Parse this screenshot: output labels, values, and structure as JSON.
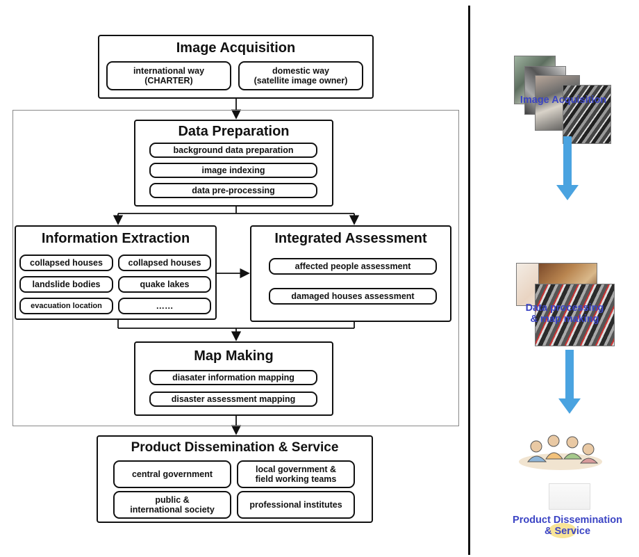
{
  "image_acquisition": {
    "title": "Image Acquisition",
    "international": "international way\n(CHARTER)",
    "domestic": "domestic  way\n(satellite image owner)"
  },
  "data_preparation": {
    "title": "Data Preparation",
    "items": [
      "background data preparation",
      "image indexing",
      "data pre-processing"
    ]
  },
  "information_extraction": {
    "title": "Information Extraction",
    "items": [
      "collapsed houses",
      "collapsed houses",
      "landslide bodies",
      "quake lakes",
      "evacuation  location",
      "……"
    ]
  },
  "integrated_assessment": {
    "title": "Integrated Assessment",
    "items": [
      "affected people assessment",
      "damaged houses assessment"
    ]
  },
  "map_making": {
    "title": "Map Making",
    "items": [
      "diasater information mapping",
      "disaster assessment mapping"
    ]
  },
  "product_dissemination": {
    "title": "Product Dissemination & Service",
    "items": [
      "central government",
      "local government &\nfield working teams",
      "public &\ninternational society",
      "professional institutes"
    ]
  },
  "right_panel": {
    "labels": [
      "Image Acquisition",
      "Data processing\n& map making",
      "Product Dissemination\n& Service"
    ],
    "label_color": "#3b44c4",
    "arrow_color": "#4aa3e0"
  }
}
